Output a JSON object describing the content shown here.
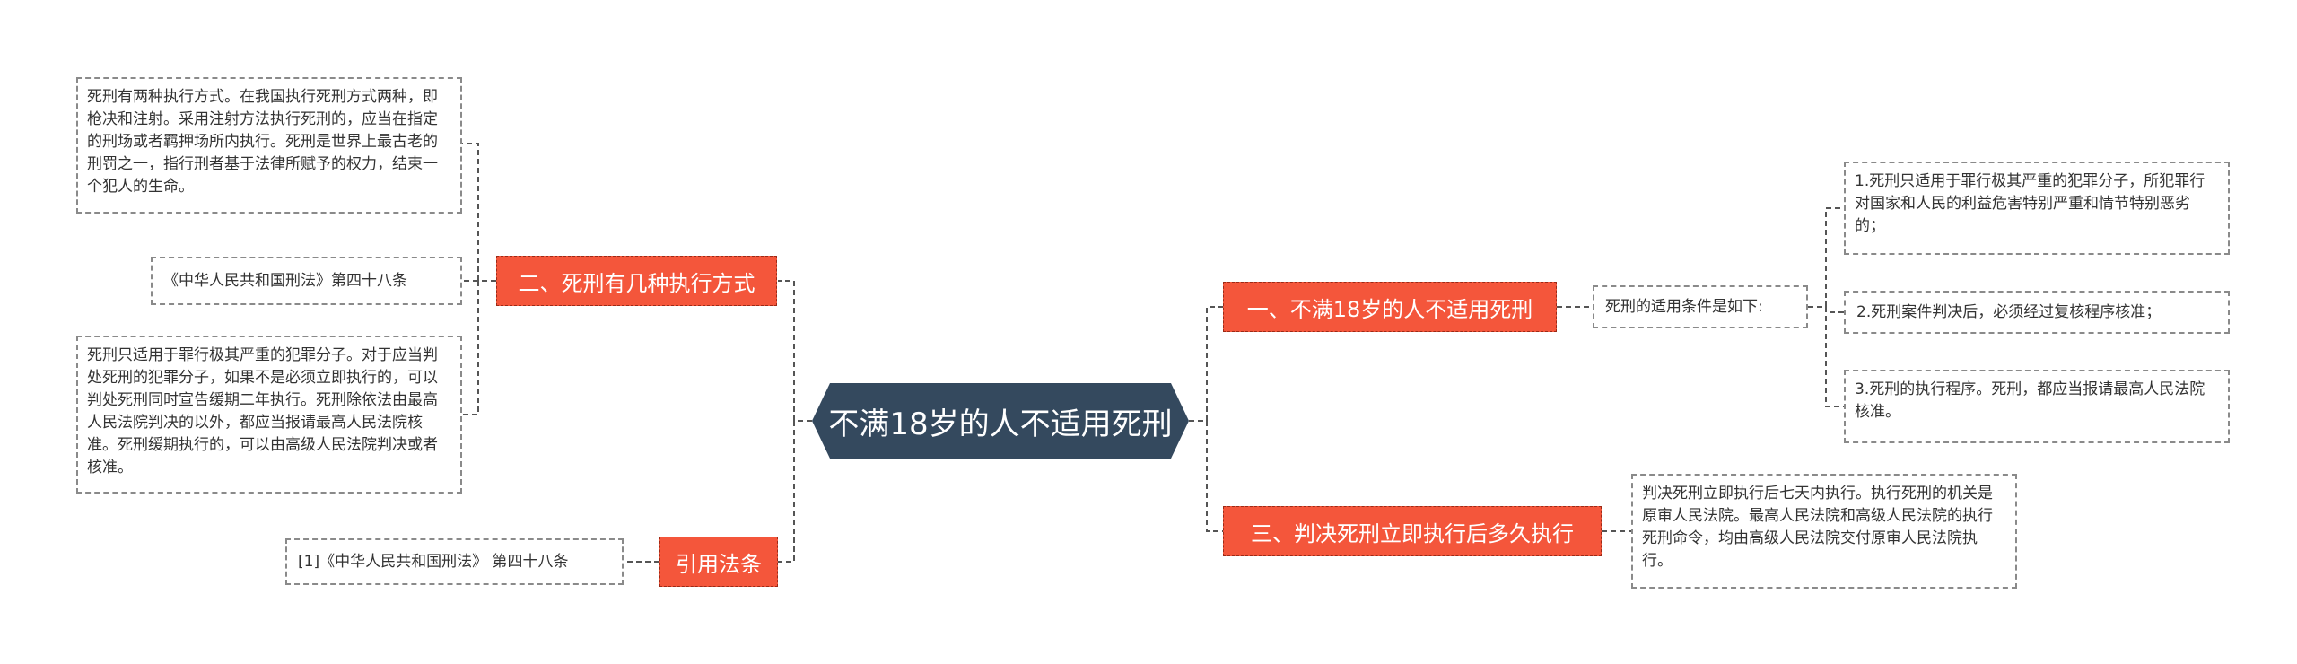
{
  "root": {
    "label": "不满18岁的人不适用死刑"
  },
  "branches": {
    "left_1": {
      "label": "二、死刑有几种执行方式"
    },
    "left_2": {
      "label": "引用法条"
    },
    "right_1": {
      "label": "一、不满18岁的人不适用死刑"
    },
    "right_2": {
      "label": "三、判决死刑立即执行后多久执行"
    }
  },
  "leaves": {
    "methods_desc": "死刑有两种执行方式。在我国执行死刑方式两种，即枪决和注射。采用注射方法执行死刑的，应当在指定的刑场或者羁押场所内执行。死刑是世界上最古老的刑罚之一，指行刑者基于法律所赋予的权力，结束一个犯人的生命。",
    "methods_law": "《中华人民共和国刑法》第四十八条",
    "methods_scope": "死刑只适用于罪行极其严重的犯罪分子。对于应当判处死刑的犯罪分子，如果不是必须立即执行的，可以判处死刑同时宣告缓期二年执行。死刑除依法由最高人民法院判决的以外，都应当报请最高人民法院核准。死刑缓期执行的，可以由高级人民法院判决或者核准。",
    "cited_law": "[1]《中华人民共和国刑法》 第四十八条",
    "conditions_intro": "死刑的适用条件是如下:",
    "condition_1": "1.死刑只适用于罪行极其严重的犯罪分子，所犯罪行对国家和人民的利益危害特别严重和情节特别恶劣的；",
    "condition_2": "2.死刑案件判决后，必须经过复核程序核准；",
    "condition_3": "3.死刑的执行程序。死刑，都应当报请最高人民法院核准。",
    "execution_timing": "判决死刑立即执行后七天内执行。执行死刑的机关是原审人民法院。最高人民法院和高级人民法院的执行死刑命令，均由高级人民法院交付原审人民法院执行。"
  },
  "colors": {
    "root_fill": "#34495e",
    "branch_fill": "#f4563b",
    "branch_text": "#ffffff",
    "connector": "#555555",
    "leaf_border": "#8a8a8a"
  }
}
